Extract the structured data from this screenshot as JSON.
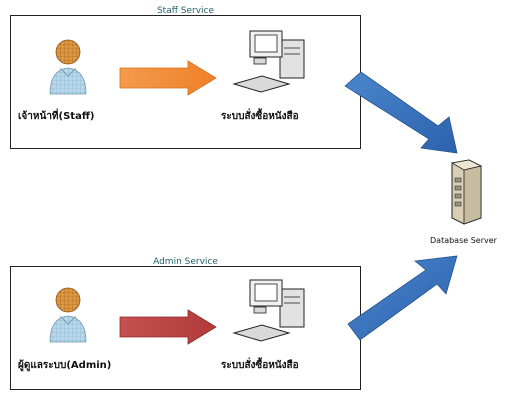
{
  "panels": [
    {
      "title": "Staff Service",
      "actor_label": "เจ้าหน้าที่(Staff)",
      "system_label": "ระบบสั่งซื้อหนังสือ",
      "arrow_color": "#f07f2a"
    },
    {
      "title": "Admin Service",
      "actor_label": "ผู้ดูแลระบบ(Admin)",
      "system_label": "ระบบสั่งซื้อหนังสือ",
      "arrow_color": "#b23a3a"
    }
  ],
  "server": {
    "label": "Database Server"
  },
  "colors": {
    "box_border": "#222222",
    "title_text": "#1f5f6b",
    "connector_arrow": "#2f6fb7",
    "person_body": "#b7d6e8",
    "person_head": "#d98c2f"
  },
  "icons": {
    "actor": "person-icon",
    "system": "workstation-icon",
    "server": "server-icon"
  }
}
